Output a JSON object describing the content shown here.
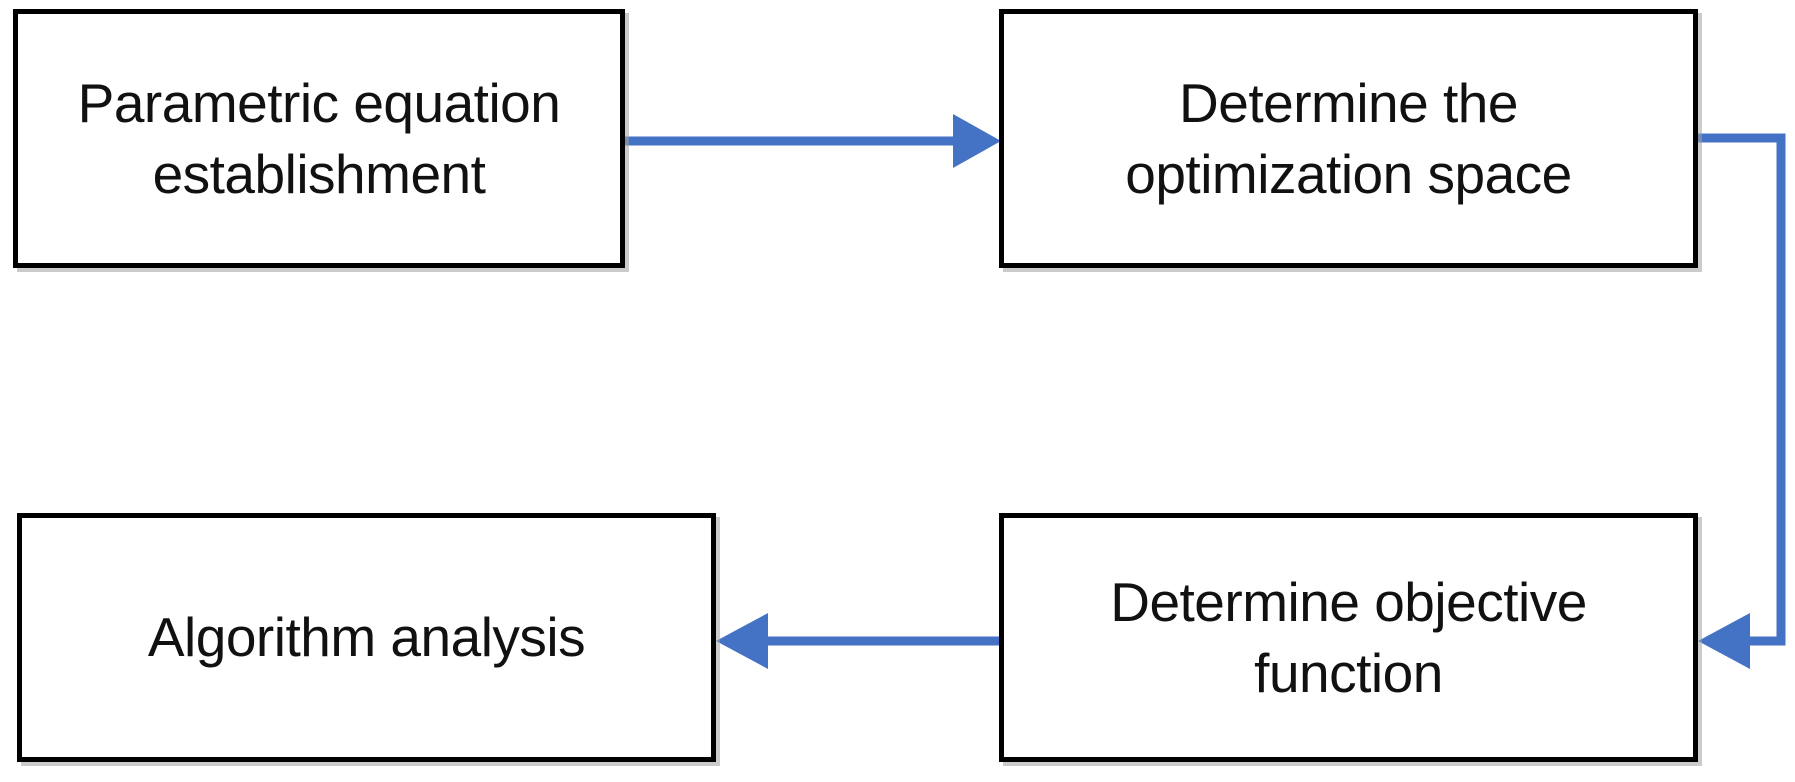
{
  "diagram": {
    "title": "Optimization workflow flowchart",
    "type": "flowchart",
    "background_color": "#FFFFFF",
    "node_border_color": "#000000",
    "node_fill_color": "#FFFFFF",
    "connector_color": "#4472C4",
    "text_color": "#111111",
    "nodes": [
      {
        "id": "parametric-equation-establishment",
        "label": "Parametric equation\nestablishment",
        "order": 1
      },
      {
        "id": "determine-the-optimization-space",
        "label": "Determine the\noptimization space",
        "order": 2
      },
      {
        "id": "determine-objective-function",
        "label": "Determine objective\nfunction",
        "order": 3
      },
      {
        "id": "algorithm-analysis",
        "label": "Algorithm analysis",
        "order": 4
      }
    ],
    "connectors": [
      {
        "id": "parametric-to-optimization",
        "from": "parametric-equation-establishment",
        "to": "determine-the-optimization-space",
        "direction": "right",
        "shape": "straight"
      },
      {
        "id": "optimization-to-objective",
        "from": "determine-the-optimization-space",
        "to": "determine-objective-function",
        "direction": "right-down-left",
        "shape": "elbow"
      },
      {
        "id": "objective-to-algorithm",
        "from": "determine-objective-function",
        "to": "algorithm-analysis",
        "direction": "left",
        "shape": "straight"
      }
    ]
  }
}
